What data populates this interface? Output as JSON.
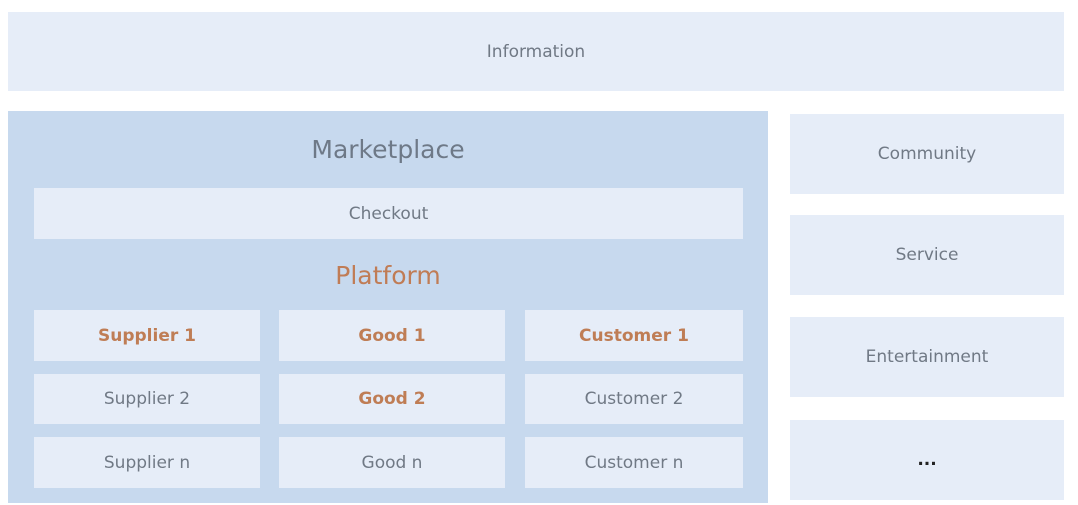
{
  "information": "Information",
  "marketplace": {
    "title": "Marketplace",
    "checkout": "Checkout",
    "platform_title": "Platform",
    "rows": [
      [
        "Supplier 1",
        "Good 1",
        "Customer 1"
      ],
      [
        "Supplier 2",
        "Good 2",
        "Customer 2"
      ],
      [
        "Supplier n",
        "Good n",
        "Customer n"
      ]
    ]
  },
  "side": [
    "Community",
    "Service",
    "Entertainment",
    "..."
  ],
  "colors": {
    "box_fill": "#e6edf8",
    "marketplace_fill": "#c7d9ee",
    "text_gray": "#707985",
    "highlight_orange": "#bf7d55"
  }
}
